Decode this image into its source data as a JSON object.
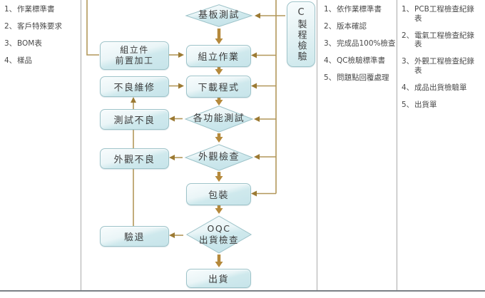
{
  "colors": {
    "node_fill_top": "#f8fcfd",
    "node_fill_bottom": "#c7e4ea",
    "node_border": "#9dc3c9",
    "connector_line": "#b2975a",
    "connector_arrowhead": "#9c7a33",
    "thick_arrow": "#b5893b",
    "divider": "#ababab",
    "bottom_border": "#7b8086",
    "text": "#3c3c3c"
  },
  "left_panel": {
    "items": [
      {
        "marker": "1、",
        "text": "作業標準書"
      },
      {
        "marker": "2、",
        "text": "客戶特殊要求"
      },
      {
        "marker": "3、",
        "text": "BOM表"
      },
      {
        "marker": "4、",
        "text": "樣品"
      }
    ]
  },
  "flowchart": {
    "inspection_box": "C製程檢驗",
    "nodes": {
      "board_test": "基板測試",
      "pre_assembly": "組立件\n前置加工",
      "assembly": "組立作業",
      "repair": "不良維修",
      "download": "下載程式",
      "test_fail": "測試不良",
      "function_test": "各功能測試",
      "visual_fail": "外觀不良",
      "visual_inspection": "外觀檢查",
      "packing": "包裝",
      "oqc": "OQC\n出貨檢查",
      "reject": "驗退",
      "shipping": "出貨"
    }
  },
  "inspection_panel": {
    "items": [
      {
        "marker": "1、",
        "text": "依作業標準書"
      },
      {
        "marker": "2、",
        "text": "版本確認"
      },
      {
        "marker": "3、",
        "text": "完成品100%檢查"
      },
      {
        "marker": "4、",
        "text": "QC檢驗標準書"
      },
      {
        "marker": "5、",
        "text": "問題點回覆處理"
      }
    ]
  },
  "records_panel": {
    "items": [
      {
        "marker": "1、",
        "text": "PCB工程檢查紀錄表"
      },
      {
        "marker": "2、",
        "text": "電氣工程檢查紀錄表"
      },
      {
        "marker": "3、",
        "text": "外觀工程檢查紀錄表"
      },
      {
        "marker": "4、",
        "text": "成品出貨檢驗單"
      },
      {
        "marker": "5、",
        "text": "出貨單"
      }
    ]
  }
}
